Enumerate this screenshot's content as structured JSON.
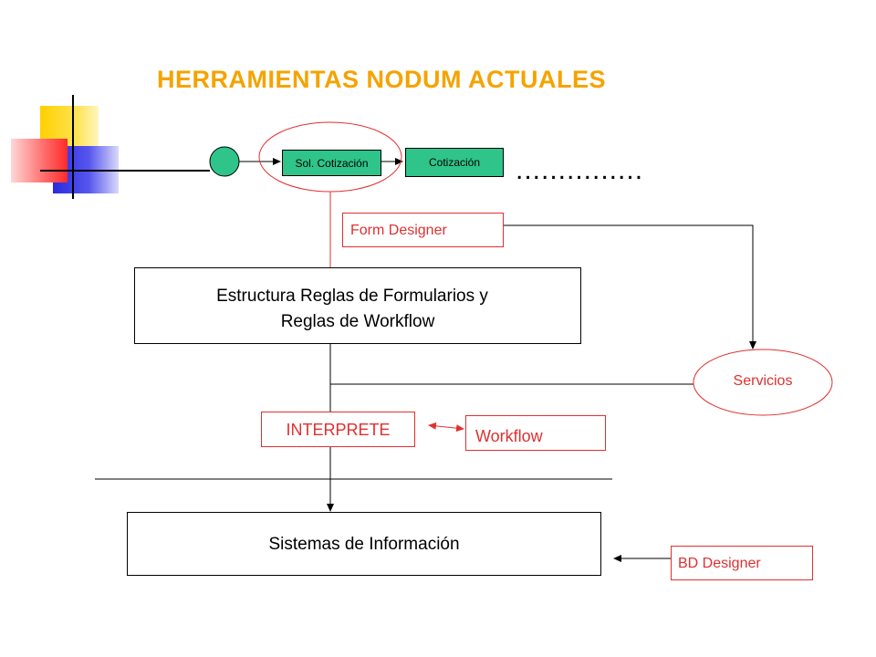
{
  "title": "HERRAMIENTAS NODUM ACTUALES",
  "process": {
    "step1": "Sol. Cotización",
    "step2": "Cotización",
    "more": "..............."
  },
  "form_designer": "Form Designer",
  "rules_box": {
    "line1": "Estructura Reglas de Formularios y",
    "line2": "Reglas de Workflow"
  },
  "servicios": "Servicios",
  "interprete": "INTERPRETE",
  "workflow": "Workflow",
  "sistemas": "Sistemas de Información",
  "bd_designer": "BD Designer",
  "colors": {
    "title": "#f5a300",
    "accent_red": "#e03030",
    "process_green": "#2ec48a"
  }
}
